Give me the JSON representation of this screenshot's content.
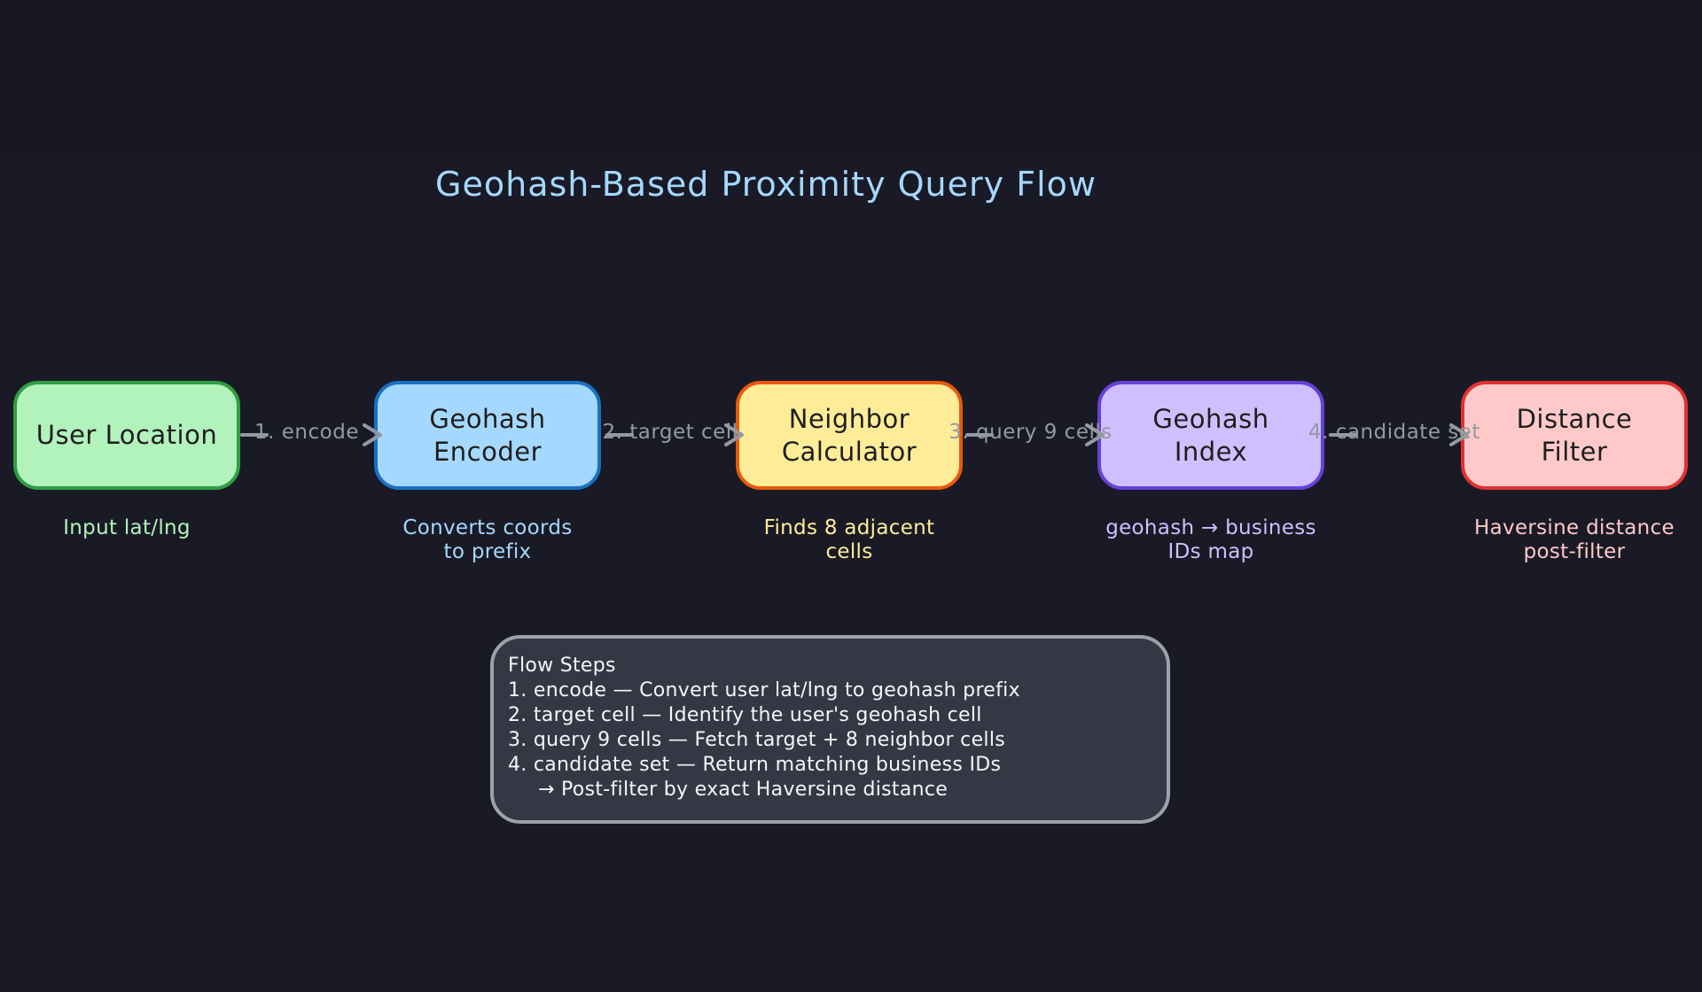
{
  "canvas": {
    "background": "#191a25",
    "background_top_band": "#161722"
  },
  "title": {
    "text": "Geohash-Based Proximity Query Flow",
    "color": "#a5d8ff"
  },
  "nodes": [
    {
      "label": "User Location",
      "sublabel": "Input lat/lng",
      "fill": "#b2f2bb",
      "stroke": "#2f9e44"
    },
    {
      "label": "Geohash\nEncoder",
      "sublabel": "Converts coords\nto prefix",
      "fill": "#a5d8ff",
      "stroke": "#1971c2"
    },
    {
      "label": "Neighbor\nCalculator",
      "sublabel": "Finds 8 adjacent\ncells",
      "fill": "#ffec99",
      "stroke": "#e8590c"
    },
    {
      "label": "Geohash\nIndex",
      "sublabel": "geohash → business\nIDs map",
      "fill": "#d0bfff",
      "stroke": "#6741d9"
    },
    {
      "label": "Distance\nFilter",
      "sublabel": "Haversine distance\npost-filter",
      "fill": "#ffc9c9",
      "stroke": "#e03131"
    }
  ],
  "node_text_color": "#1e1e1e",
  "edges": [
    {
      "label": "1. encode"
    },
    {
      "label": "2. target cell"
    },
    {
      "label": "3. query 9 cells"
    },
    {
      "label": "4. candidate set"
    }
  ],
  "edge_color": "#939aa1",
  "legend": {
    "lines": [
      "Flow Steps",
      "1. encode — Convert user lat/lng to geohash prefix",
      "2. target cell — Identify the user's geohash cell",
      "3. query 9 cells — Fetch target + 8 neighbor cells",
      "4. candidate set — Return matching business IDs",
      "→ Post-filter by exact Haversine distance"
    ],
    "fill": "#363745",
    "stroke": "#9aa2aa",
    "text_color": "#f4f6f8"
  }
}
